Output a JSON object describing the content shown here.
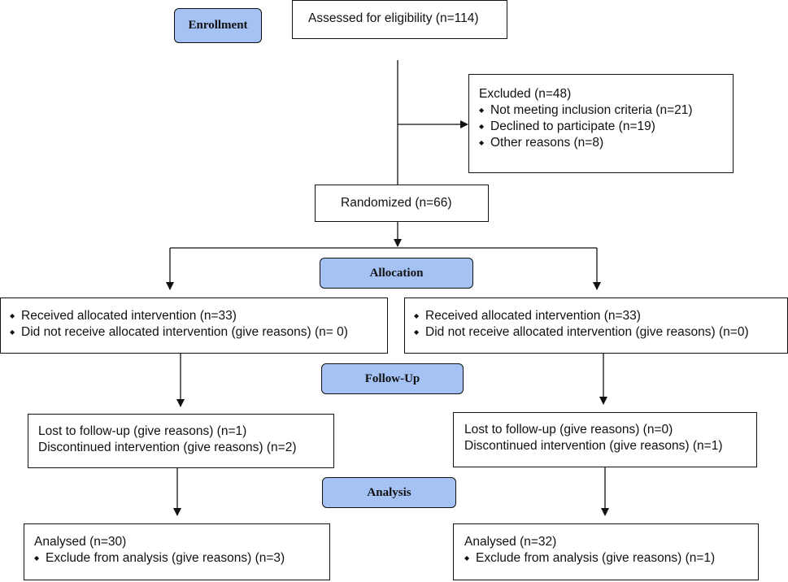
{
  "stages": {
    "enrollment": "Enrollment",
    "allocation": "Allocation",
    "follow_up": "Follow-Up",
    "analysis": "Analysis"
  },
  "assessed": "Assessed for eligibility (n=114)",
  "excluded": {
    "title": "Excluded (n=48)",
    "items": [
      "Not meeting inclusion criteria (n=21)",
      "Declined to participate (n=19)",
      "Other reasons (n=8)"
    ]
  },
  "randomized": "Randomized (n=66)",
  "left": {
    "allocation": [
      "Received allocated intervention (n=33)",
      "Did not receive allocated intervention (give reasons) (n= 0)"
    ],
    "follow_up": [
      "Lost to follow-up (give reasons) (n=1)",
      "Discontinued intervention (give reasons) (n=2)"
    ],
    "analysis": {
      "title": "Analysed (n=30)",
      "item": "Exclude from analysis (give reasons) (n=3)"
    }
  },
  "right": {
    "allocation": [
      "Received allocated intervention (n=33)",
      "Did not receive allocated intervention (give reasons) (n=0)"
    ],
    "follow_up": [
      "Lost to follow-up (give reasons) (n=0)",
      "Discontinued intervention (give reasons) (n=1)"
    ],
    "analysis": {
      "title": "Analysed (n=32)",
      "item": "Exclude from analysis (give reasons) (n=1)"
    }
  },
  "colors": {
    "stage_fill": "#a4c2f4",
    "stroke": "#111111"
  }
}
